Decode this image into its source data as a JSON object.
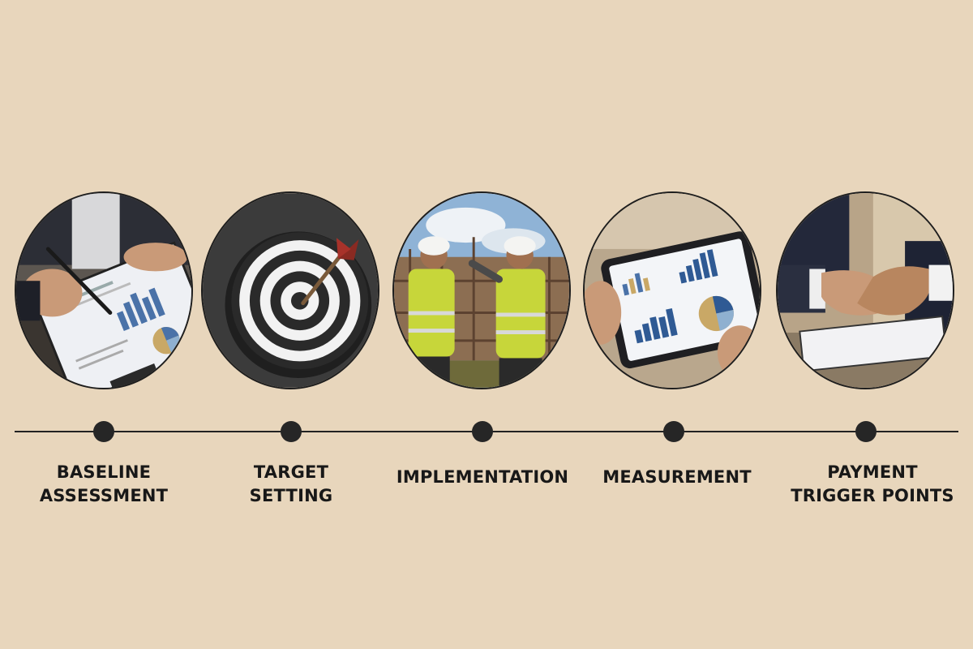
{
  "steps": [
    {
      "line1": "BASELINE",
      "line2": "ASSESSMENT",
      "icon": "clipboard-charts-icon"
    },
    {
      "line1": "TARGET",
      "line2": "SETTING",
      "icon": "dartboard-icon"
    },
    {
      "line1": "IMPLEMENTATION",
      "line2": "",
      "icon": "construction-workers-icon"
    },
    {
      "line1": "MEASUREMENT",
      "line2": "",
      "icon": "tablet-charts-icon"
    },
    {
      "line1": "PAYMENT",
      "line2": "TRIGGER POINTS",
      "icon": "handshake-icon"
    }
  ],
  "colors": {
    "background": "#e8d6bc",
    "line": "#222222",
    "text": "#181818"
  }
}
